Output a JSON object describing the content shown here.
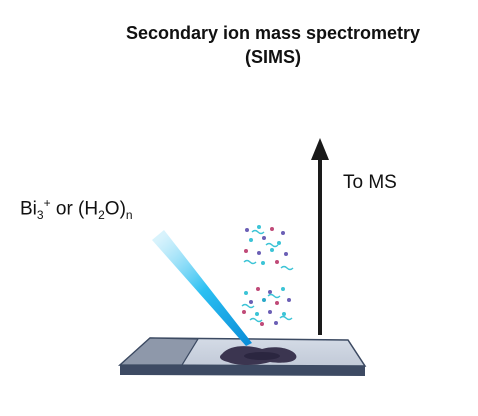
{
  "title": {
    "line1": "Secondary ion mass spectrometry",
    "line2": "(SIMS)"
  },
  "arrow_label": "To MS",
  "beam_label": {
    "base": "Bi",
    "base_sub": "3",
    "base_sup": "+",
    "or": " or (H",
    "water_sub": "2",
    "water_tail": "O)",
    "water_n": "n"
  },
  "colors": {
    "beam": "#19b6ee",
    "arrow": "#1a1a1a",
    "slide_border": "#3c4a62",
    "sample": "#3b3550"
  }
}
